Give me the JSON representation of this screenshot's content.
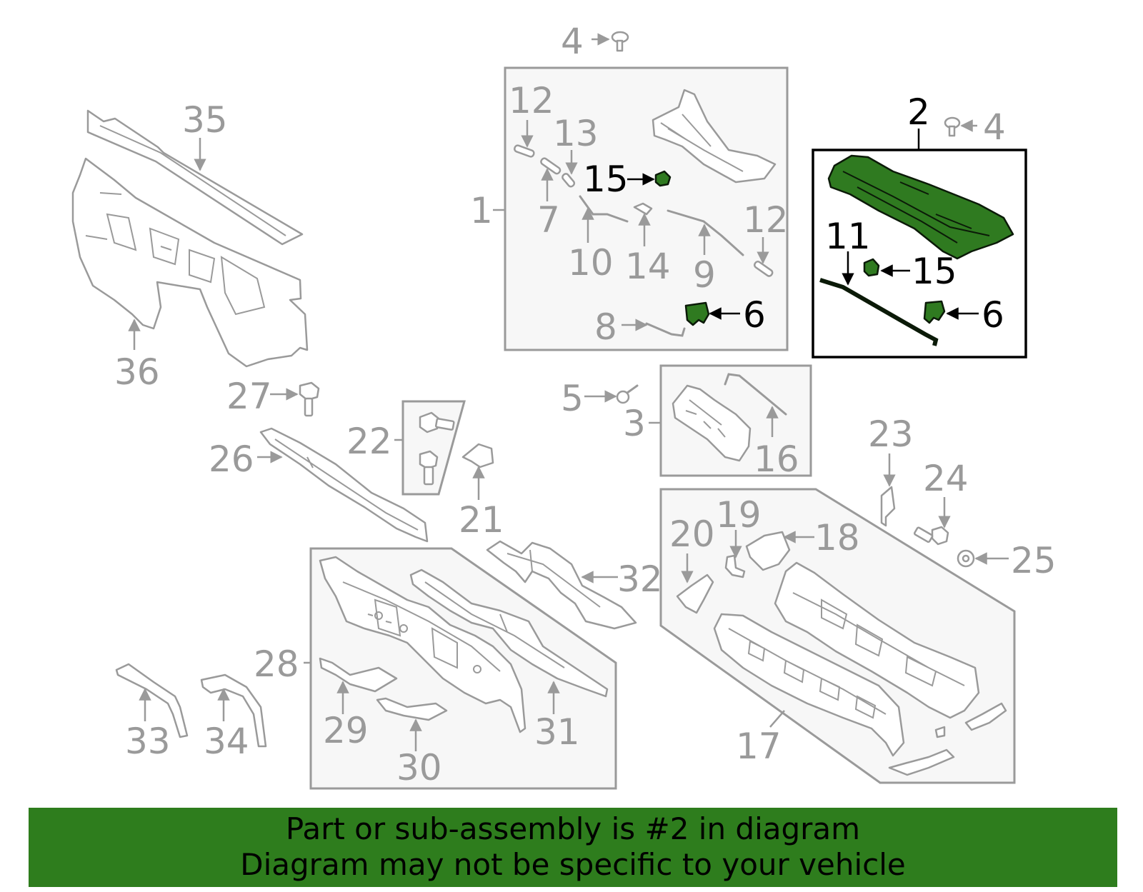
{
  "banner": {
    "line1": "Part or sub-assembly is #2 in diagram",
    "line2": "Diagram may not be specific to your vehicle",
    "background_color": "#2e7d1d"
  },
  "highlight_color": "#2f7a20",
  "callouts": {
    "c1": "1",
    "c2": "2",
    "c3": "3",
    "c4a": "4",
    "c4b": "4",
    "c5": "5",
    "c6a": "6",
    "c6b": "6",
    "c7": "7",
    "c8": "8",
    "c9": "9",
    "c10": "10",
    "c11": "11",
    "c12a": "12",
    "c12b": "12",
    "c13": "13",
    "c14": "14",
    "c15a": "15",
    "c15b": "15",
    "c16": "16",
    "c17": "17",
    "c18": "18",
    "c19": "19",
    "c20": "20",
    "c21": "21",
    "c22": "22",
    "c23": "23",
    "c24": "24",
    "c25": "25",
    "c26": "26",
    "c27": "27",
    "c28": "28",
    "c29": "29",
    "c30": "30",
    "c31": "31",
    "c32": "32",
    "c33": "33",
    "c34": "34",
    "c35": "35",
    "c36": "36"
  }
}
